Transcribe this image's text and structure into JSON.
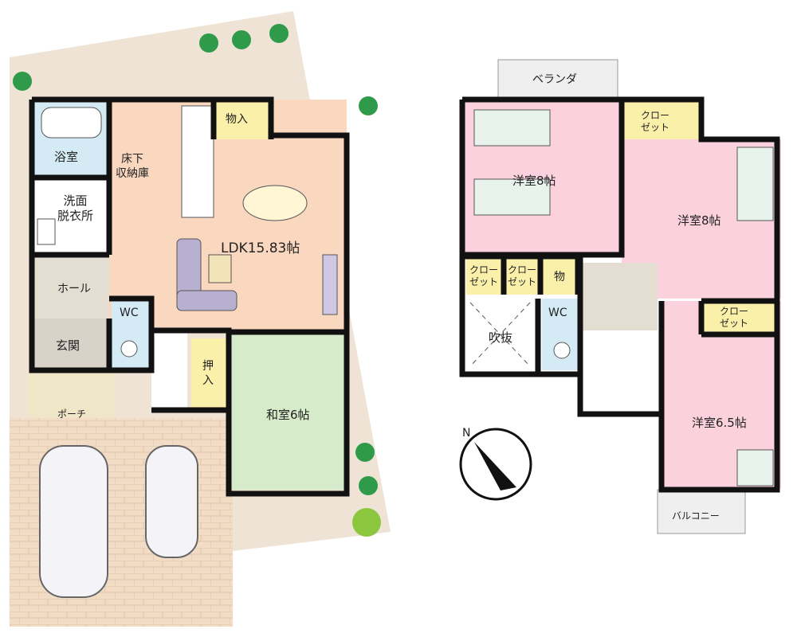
{
  "floor1": {
    "bath": "浴室",
    "washroom": "洗面\n脱衣所",
    "hall": "ホール",
    "entrance": "玄関",
    "porch": "ポーチ",
    "underfloor_storage": "床下\n収納庫",
    "storage": "物入",
    "ldk": "LDK15.83帖",
    "wc": "WC",
    "oshiire": "押\n入",
    "washitsu": "和室6帖"
  },
  "floor2": {
    "veranda": "ベランダ",
    "youshitsu_8_left": "洋室8帖",
    "youshitsu_8_right": "洋室8帖",
    "youshitsu_6_5": "洋室6.5帖",
    "closet_top": "クロー\nゼット",
    "closet_a": "クロー\nゼット",
    "closet_b": "クロー\nゼット",
    "closet_right": "クロー\nゼット",
    "storage_small": "物",
    "wc": "WC",
    "void": "吹抜",
    "balcony": "バルコニー",
    "compass": "N"
  },
  "colors": {
    "lot": "#eee3d4",
    "parking": "#f2dcc6",
    "ldk": "#fad7bf",
    "washitsu": "#d6ebc9",
    "bath": "#d4eaf4",
    "hall": "#e4ddd2",
    "closet": "#fbf0a9",
    "bedroom": "#fbd1dd",
    "wall": "#111111",
    "tree": "#2f9a4a"
  }
}
